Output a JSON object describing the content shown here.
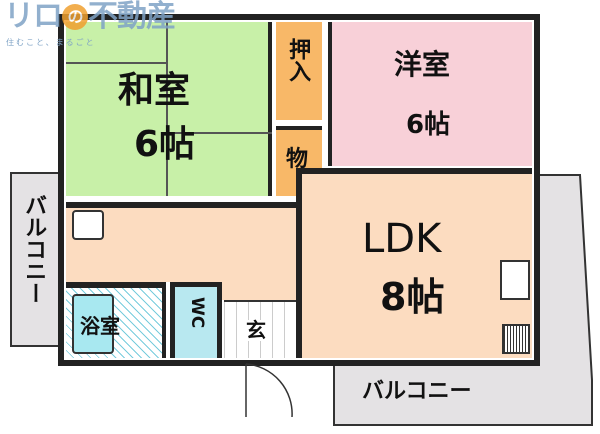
{
  "logo": {
    "text": "リロの不動産",
    "mark": "の",
    "tagline": "住むこと、まるごと"
  },
  "rooms": {
    "washitsu": {
      "name": "和室",
      "size": "6帖",
      "color": "#c8f0a8"
    },
    "oshiire": {
      "name": "押入",
      "color": "#f8b868"
    },
    "mono": {
      "name": "物",
      "color": "#f8b868"
    },
    "youshitsu": {
      "name": "洋室",
      "size": "6帖",
      "color": "#f8d0d8"
    },
    "ldk": {
      "name": "LDK",
      "size": "8帖",
      "color": "#fcdcc0"
    },
    "hall": {
      "color": "#fcdcc0"
    },
    "bath": {
      "name": "浴室",
      "color": "#a8e8f0"
    },
    "wc": {
      "name": "WC",
      "color": "#b8e8f0"
    },
    "genkan": {
      "name": "玄"
    },
    "balcony_left": {
      "name": "バルコニー"
    },
    "balcony_bottom": {
      "name": "バルコニー"
    }
  }
}
